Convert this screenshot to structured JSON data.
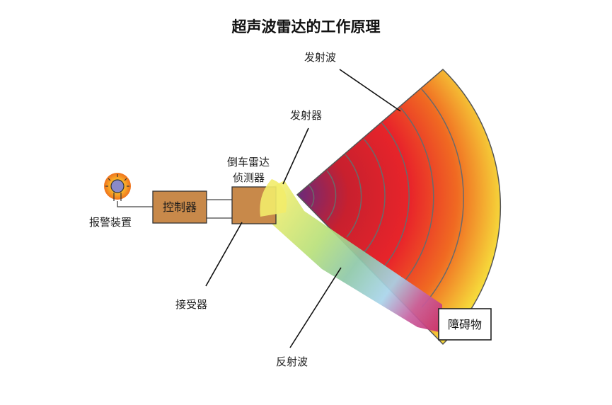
{
  "title": "超声波雷达的工作原理",
  "labels": {
    "transmit_wave": "发射波",
    "transmitter": "发射器",
    "detector_line1": "倒车雷达",
    "detector_line2": "侦测器",
    "controller": "控制器",
    "alarm": "报警装置",
    "receiver": "接受器",
    "reflected_wave": "反射波",
    "obstacle": "障碍物"
  },
  "colors": {
    "controller_fill": "#c8894a",
    "detector_fill": "#c8894a",
    "wave_inner": "#7a2a6a",
    "wave_mid": "#e8242a",
    "wave_outer": "#f6d23a",
    "reflected_start": "#f0e868",
    "reflected_mid": "#a8d8e8",
    "reflected_end": "#c83078",
    "alarm_glow": "#f7a21b"
  },
  "icons": {
    "alarm": "alarm-lamp-icon"
  }
}
